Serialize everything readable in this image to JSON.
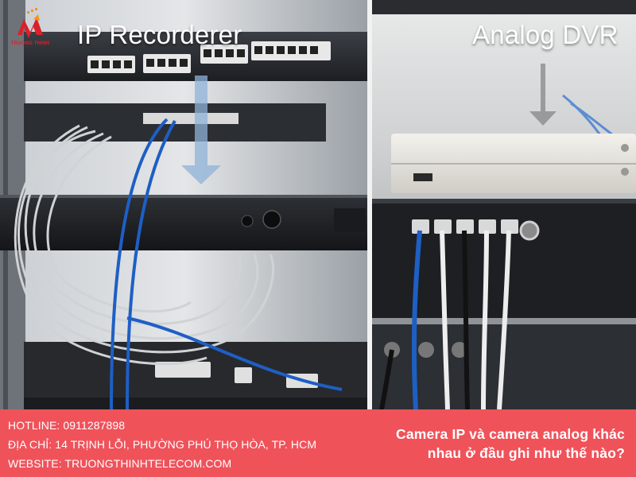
{
  "brand": {
    "logo_text": "TRUONG THINH",
    "colors": {
      "red": "#d9212a",
      "orange": "#f7941d",
      "footer_bg": "#f0525a"
    }
  },
  "left_panel": {
    "title": "IP Recorderer",
    "arrow": "arrow-down-icon"
  },
  "right_panel": {
    "title": "Analog DVR",
    "arrow": "arrow-down-icon"
  },
  "footer": {
    "hotline": "HOTLINE: 0911287898",
    "address": "ĐỊA CHỈ: 14 TRỊNH LỖI, PHƯỜNG PHÚ THỌ HÒA, TP. HCM",
    "website": "WEBSITE: TRUONGTHINHTELECOM.COM",
    "headline_line1": "Camera IP và camera analog khác",
    "headline_line2": "nhau ở đầu ghi như thế nào?"
  }
}
